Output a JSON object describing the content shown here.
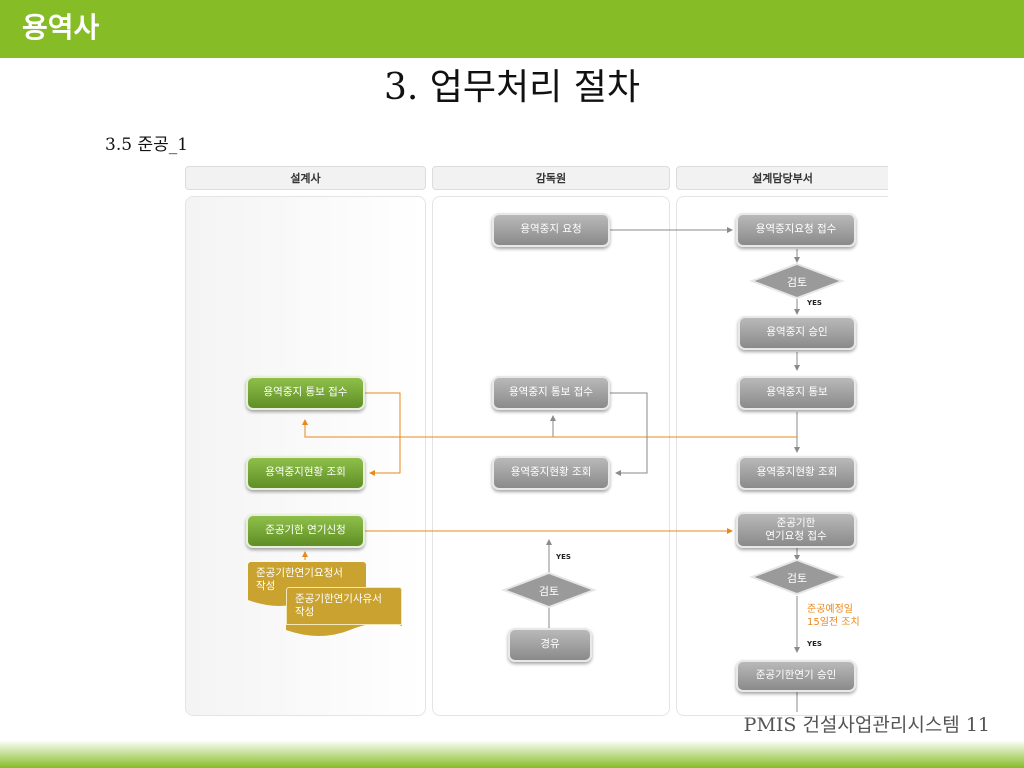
{
  "header": {
    "title": "용역사"
  },
  "page_title": "3. 업무처리 절차",
  "section_title": "3.5 준공_1",
  "lanes": [
    "설계사",
    "감독원",
    "설계담당부서"
  ],
  "nodes": {
    "request_suspend": "용역중지 요청",
    "receive_suspend_request": "용역중지요청 접수",
    "review1": "검토",
    "yes1": "YES",
    "approve_suspend": "용역중지 승인",
    "notify_suspend": "용역중지 통보",
    "sup_receive_notice": "용역중지 통보 접수",
    "des_receive_notice": "용역중지 통보 접수",
    "dept_status": "용역중지현황 조회",
    "sup_status": "용역중지현황 조회",
    "des_status": "용역중지현황 조회",
    "extension_request": "준공기한 연기신청",
    "doc1": "준공기한연기요청서\n작성",
    "doc2": "준공기한연기사유서\n작성",
    "dept_receive_extension": "준공기한\n연기요청 접수",
    "review2": "검토",
    "note": "준공예정일\n15일전 조치",
    "yes2": "YES",
    "approve_extension": "준공기한연기 승인",
    "sup_review": "검토",
    "yes3": "YES",
    "sup_via": "경유"
  },
  "footer": {
    "system": "PMIS 건설사업관리시스템 11"
  },
  "colors": {
    "brand_green": "#86bc25",
    "arrow_orange": "#e8891d",
    "node_gray": "#9a9a9a",
    "node_green": "#6e9e30",
    "doc_gold": "#c9a22f"
  }
}
